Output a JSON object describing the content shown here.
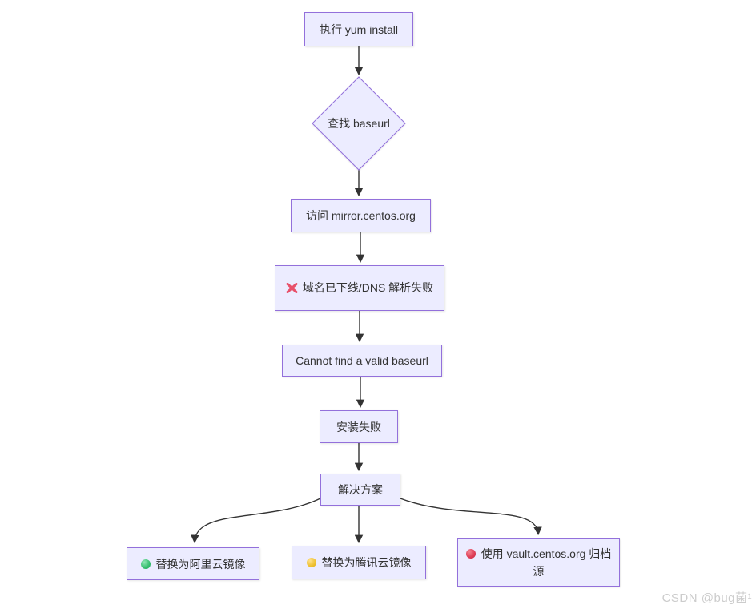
{
  "diagram": {
    "type": "flowchart",
    "nodes": {
      "start": {
        "shape": "rect",
        "label": "执行 yum install"
      },
      "decision": {
        "shape": "diamond",
        "label": "查找 baseurl"
      },
      "visit": {
        "shape": "rect",
        "label": "访问 mirror.centos.org"
      },
      "dns_fail": {
        "shape": "rect",
        "icon": "cross-mark-icon",
        "label": "域名已下线/DNS 解析失败"
      },
      "cannot_find": {
        "shape": "rect",
        "label": "Cannot find a valid baseurl"
      },
      "install_fail": {
        "shape": "rect",
        "label": "安装失败"
      },
      "solution": {
        "shape": "rect",
        "label": "解决方案"
      },
      "aliyun": {
        "shape": "rect",
        "icon": "green-circle-icon",
        "label": "替换为阿里云镜像"
      },
      "tencent": {
        "shape": "rect",
        "icon": "yellow-circle-icon",
        "label": "替换为腾讯云镜像"
      },
      "vault": {
        "shape": "rect",
        "icon": "red-circle-icon",
        "label": "使用 vault.centos.org 归档源"
      }
    },
    "edges": [
      {
        "from": "start",
        "to": "decision"
      },
      {
        "from": "decision",
        "to": "visit"
      },
      {
        "from": "visit",
        "to": "dns_fail"
      },
      {
        "from": "dns_fail",
        "to": "cannot_find"
      },
      {
        "from": "cannot_find",
        "to": "install_fail"
      },
      {
        "from": "install_fail",
        "to": "solution"
      },
      {
        "from": "solution",
        "to": "aliyun"
      },
      {
        "from": "solution",
        "to": "tencent"
      },
      {
        "from": "solution",
        "to": "vault"
      }
    ],
    "colors": {
      "node_fill": "#ECECFF",
      "node_border": "#9370DB",
      "edge": "#333333",
      "cross_icon": "#E8506A",
      "green_icon": "#34BD6E",
      "yellow_icon": "#EEC02F",
      "red_icon": "#DD3C55"
    }
  },
  "watermark": {
    "text": "CSDN @bug菌¹"
  }
}
